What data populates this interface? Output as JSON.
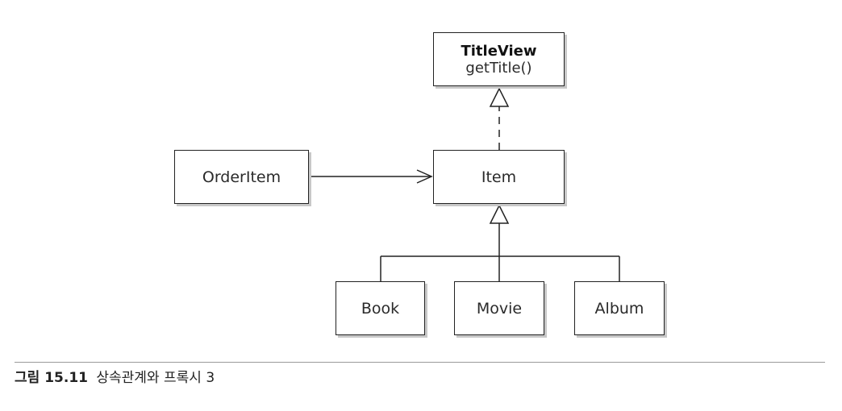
{
  "diagram": {
    "classes": {
      "titleview": {
        "name": "TitleView",
        "method": "getTitle()"
      },
      "orderitem": {
        "name": "OrderItem"
      },
      "item": {
        "name": "Item"
      },
      "book": {
        "name": "Book"
      },
      "movie": {
        "name": "Movie"
      },
      "album": {
        "name": "Album"
      }
    }
  },
  "caption": {
    "number": "그림 15.11",
    "text": "상속관계와 프록시 3"
  }
}
